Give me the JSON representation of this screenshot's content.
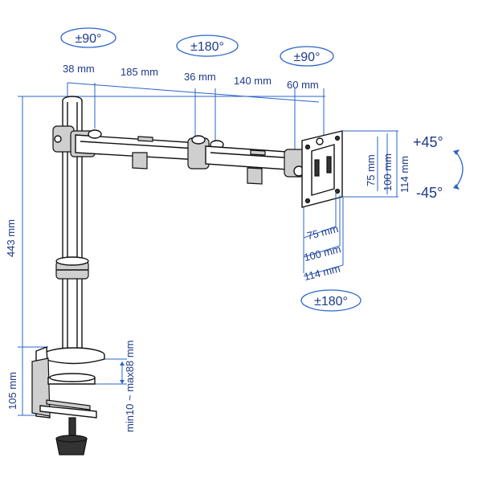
{
  "rotations": {
    "pole_swivel": "±90°",
    "arm_swivel": "±180°",
    "head_swivel": "±90°",
    "rotation": "±180°"
  },
  "tilt": {
    "up": "+45°",
    "down": "-45°"
  },
  "arm_dimensions": {
    "seg1": "38 mm",
    "seg2": "185 mm",
    "seg3": "36 mm",
    "seg4": "140 mm",
    "seg5": "60 mm"
  },
  "vesa": {
    "h75": "75 mm",
    "h100": "100 mm",
    "h114": "114 mm",
    "v75": "75 mm",
    "v100": "100 mm",
    "v114": "114 mm"
  },
  "pole_height": "443 mm",
  "clamp_height": "105 mm",
  "desk_thickness": "min10 ~ max88 mm",
  "colors": {
    "dimension": "#2a64c9",
    "outline": "#111111"
  }
}
